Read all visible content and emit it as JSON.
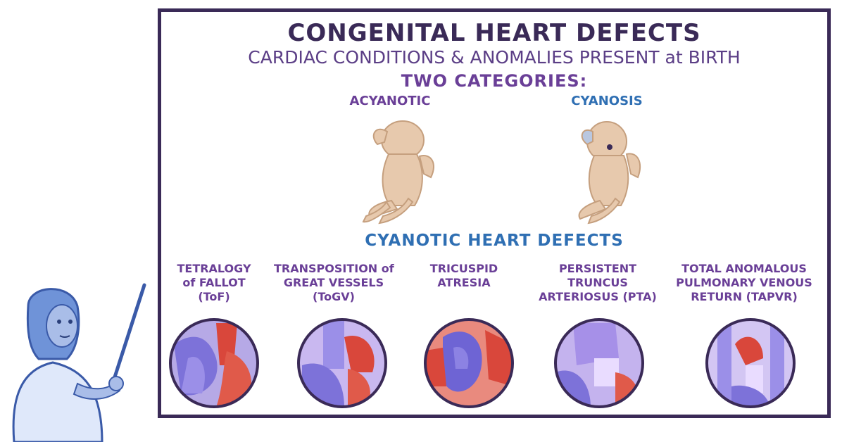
{
  "header": {
    "title": "CONGENITAL HEART DEFECTS",
    "subtitle": "CARDIAC CONDITIONS & ANOMALIES PRESENT at BIRTH",
    "categories_heading": "TWO CATEGORIES:"
  },
  "categories": [
    {
      "label": "ACYANOTIC"
    },
    {
      "label": "CYANOSIS"
    }
  ],
  "section": {
    "title": "CYANOTIC HEART DEFECTS"
  },
  "defects": [
    {
      "label": "TETRALOGY\nof FALLOT\n(ToF)"
    },
    {
      "label": "TRANSPOSITION of\nGREAT VESSELS\n(ToGV)"
    },
    {
      "label": "TRICUSPID\nATRESIA"
    },
    {
      "label": "PERSISTENT\nTRUNCUS\nARTERIOSUS (PTA)"
    },
    {
      "label": "TOTAL ANOMALOUS\nPULMONARY VENOUS\nRETURN (TAPVR)"
    }
  ],
  "colors": {
    "border": "#3a2a57",
    "title": "#3a2a57",
    "subtitle": "#5b3e86",
    "accent_purple": "#7a4fa6",
    "accent_blue": "#2f6fb3",
    "baby_skin": "#e7c9ad",
    "vessel_red": "#d9473b",
    "vessel_blue": "#7d72d9",
    "teacher_blue": "#6f93d8"
  }
}
